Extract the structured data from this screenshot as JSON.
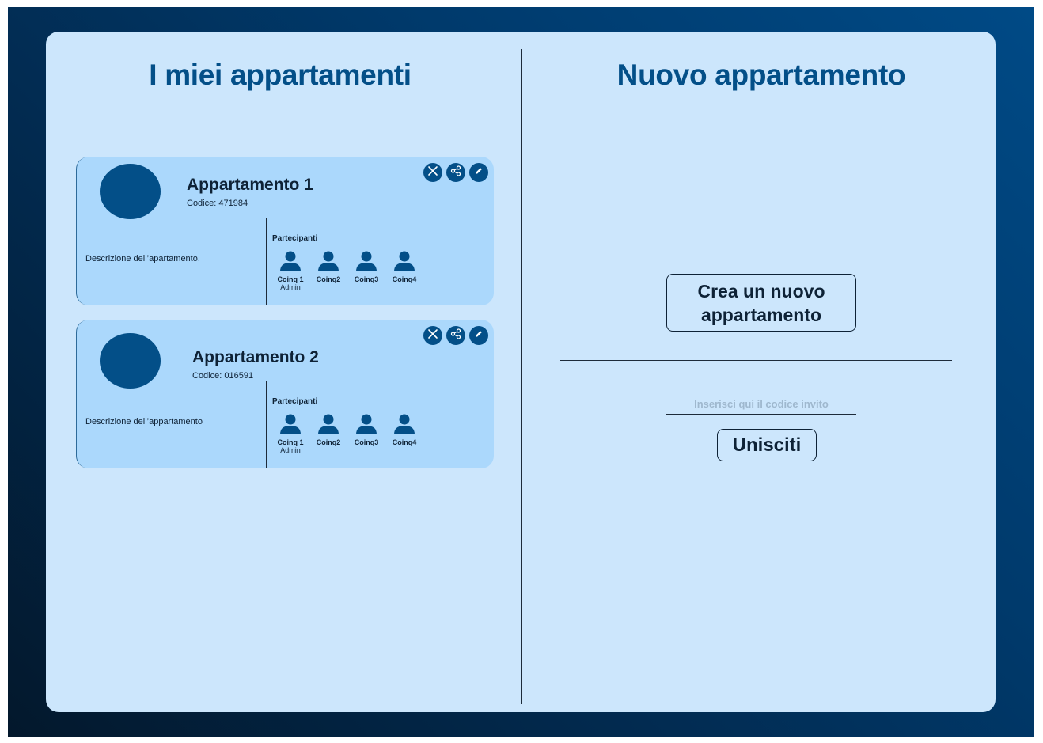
{
  "left": {
    "title": "I miei appartamenti",
    "participants_label": "Partecipanti",
    "apartments": [
      {
        "name": "Appartamento 1",
        "code": "Codice: 471984",
        "description": "Descrizione dell’apartamento.",
        "members": [
          {
            "name": "Coinq 1",
            "role": "Admin"
          },
          {
            "name": "Coinq2",
            "role": ""
          },
          {
            "name": "Coinq3",
            "role": ""
          },
          {
            "name": "Coinq4",
            "role": ""
          }
        ]
      },
      {
        "name": "Appartamento 2",
        "code": "Codice: 016591",
        "description": "Descrizione dell’appartamento",
        "members": [
          {
            "name": "Coinq 1",
            "role": "Admin"
          },
          {
            "name": "Coinq2",
            "role": ""
          },
          {
            "name": "Coinq3",
            "role": ""
          },
          {
            "name": "Coinq4",
            "role": ""
          }
        ]
      }
    ],
    "card_actions": [
      "close-icon",
      "share-icon",
      "pencil-icon"
    ]
  },
  "right": {
    "title": "Nuovo appartamento",
    "create_label": "Crea un nuovo appartamento",
    "invite_placeholder": "Inserisci qui il codice invito",
    "invite_value": "",
    "join_label": "Unisciti"
  },
  "colors": {
    "accent": "#034f88",
    "panel": "#cce6fc",
    "card": "#abd8fc",
    "text": "#0e2236"
  }
}
